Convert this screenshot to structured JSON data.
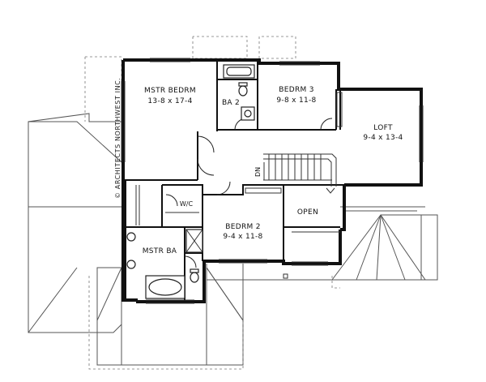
{
  "rooms": {
    "mstr_bedrm": {
      "name": "MSTR BEDRM",
      "dims": "13-8 x 17-4"
    },
    "bedrm_3": {
      "name": "BEDRM 3",
      "dims": "9-8 x 11-8"
    },
    "ba_2": {
      "name": "BA 2"
    },
    "loft": {
      "name": "LOFT",
      "dims": "9-4 x 13-4"
    },
    "bedrm_2": {
      "name": "BEDRM 2",
      "dims": "9-4 x 11-8"
    },
    "open": {
      "name": "OPEN"
    },
    "mstr_ba": {
      "name": "MSTR BA"
    },
    "wic": {
      "name": "W/C"
    }
  },
  "stair_label": "DN",
  "copyright": "© ARCHITECTS NORTHWEST INC."
}
